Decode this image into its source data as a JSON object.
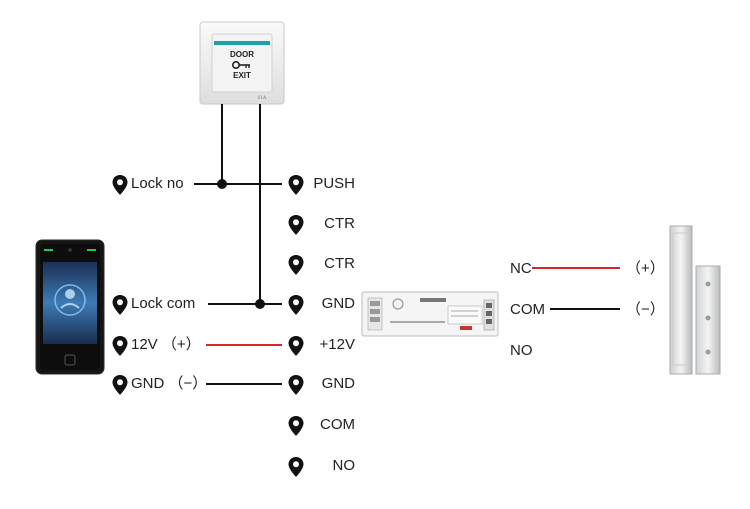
{
  "exit_button": {
    "line1": "DOOR",
    "line2": "EXIT",
    "brand": "S1A",
    "key_icon": "key-icon"
  },
  "left_terminals": [
    {
      "label": "Lock no"
    },
    {
      "label": "Lock com"
    },
    {
      "label": "12V （+）"
    },
    {
      "label": "GND （−）"
    }
  ],
  "controller_terminals": [
    {
      "label": "PUSH"
    },
    {
      "label": "CTR"
    },
    {
      "label": "CTR"
    },
    {
      "label": "GND"
    },
    {
      "label": "+12V"
    },
    {
      "label": "GND"
    },
    {
      "label": "COM"
    },
    {
      "label": "NO"
    }
  ],
  "relay_terminals": [
    {
      "label": "NC"
    },
    {
      "label": "COM"
    },
    {
      "label": "NO"
    }
  ],
  "lock_terminals": [
    {
      "label": "（+）"
    },
    {
      "label": "（−）"
    }
  ],
  "colors": {
    "wire": "#111111",
    "positive_wire": "#d62828",
    "pin": "#111111"
  },
  "icons": [
    "location-pin-icon",
    "key-icon"
  ]
}
